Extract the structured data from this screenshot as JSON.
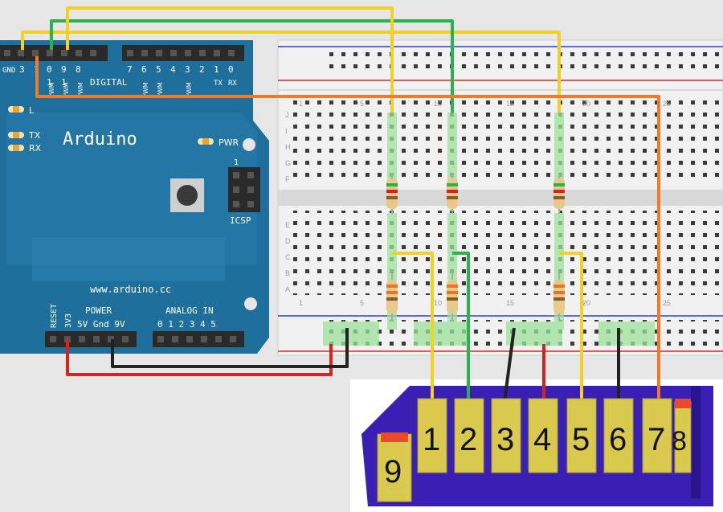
{
  "arduino": {
    "brand": "Arduino",
    "url": "www.arduino.cc",
    "led_L": "L",
    "led_TX": "TX",
    "led_RX": "RX",
    "led_PWR": "PWR",
    "icsp": "ICSP",
    "icsp_pin1": "1",
    "digital_label": "DIGITAL",
    "digital_top": [
      "GND",
      "3",
      "1",
      "0",
      "9",
      "8",
      "7",
      "6",
      "5",
      "4",
      "3",
      "2",
      "1",
      "0"
    ],
    "digital_sub": [
      "1",
      "1",
      "TX",
      "RX"
    ],
    "pwm_label": "PWM",
    "reset_label": "RESET",
    "v33_label": "3V3",
    "power_label": "POWER",
    "power_pins": "5V Gnd 9V",
    "analog_label": "ANALOG IN",
    "analog_pins": "0 1 2 3 4 5"
  },
  "breadboard": {
    "rows_top": [
      "J",
      "I",
      "H",
      "G",
      "F"
    ],
    "rows_bottom": [
      "E",
      "D",
      "C",
      "B",
      "A"
    ],
    "cols": [
      "1",
      "5",
      "10",
      "15",
      "20",
      "25"
    ]
  },
  "connector": {
    "pins": [
      "1",
      "2",
      "3",
      "4",
      "5",
      "6",
      "7",
      "8",
      "9"
    ],
    "colors": {
      "body": "#3a1fb4",
      "pin": "#d9c94e",
      "marker": "#e84a2a"
    }
  },
  "wires": {
    "yellow": "#f2d02a",
    "green": "#2bb24c",
    "orange": "#f07a2a",
    "red": "#d6231e",
    "black": "#222222"
  }
}
